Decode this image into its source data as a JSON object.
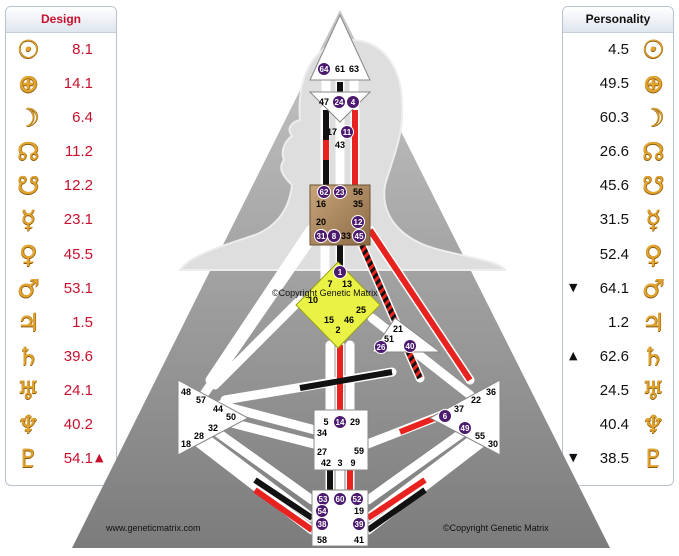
{
  "design": {
    "title": "Design",
    "rows": [
      {
        "icon": "sun-icon",
        "glyph": "☉",
        "value": "8.1",
        "mark": ""
      },
      {
        "icon": "earth-icon",
        "glyph": "⊕",
        "value": "14.1",
        "mark": ""
      },
      {
        "icon": "moon-icon",
        "glyph": "☽",
        "value": "6.4",
        "mark": ""
      },
      {
        "icon": "north-node-icon",
        "glyph": "☊",
        "value": "11.2",
        "mark": ""
      },
      {
        "icon": "south-node-icon",
        "glyph": "☋",
        "value": "12.2",
        "mark": ""
      },
      {
        "icon": "mercury-icon",
        "glyph": "☿",
        "value": "23.1",
        "mark": ""
      },
      {
        "icon": "venus-icon",
        "glyph": "♀",
        "value": "45.5",
        "mark": ""
      },
      {
        "icon": "mars-icon",
        "glyph": "♂",
        "value": "53.1",
        "mark": ""
      },
      {
        "icon": "jupiter-icon",
        "glyph": "♃",
        "value": "1.5",
        "mark": ""
      },
      {
        "icon": "saturn-icon",
        "glyph": "♄",
        "value": "39.6",
        "mark": ""
      },
      {
        "icon": "uranus-icon",
        "glyph": "♅",
        "value": "24.1",
        "mark": ""
      },
      {
        "icon": "neptune-icon",
        "glyph": "♆",
        "value": "40.2",
        "mark": ""
      },
      {
        "icon": "pluto-icon",
        "glyph": "♇",
        "value": "54.1",
        "mark": "▲"
      }
    ]
  },
  "personality": {
    "title": "Personality",
    "rows": [
      {
        "icon": "sun-icon",
        "glyph": "☉",
        "value": "4.5",
        "mark": ""
      },
      {
        "icon": "earth-icon",
        "glyph": "⊕",
        "value": "49.5",
        "mark": ""
      },
      {
        "icon": "moon-icon",
        "glyph": "☽",
        "value": "60.3",
        "mark": ""
      },
      {
        "icon": "north-node-icon",
        "glyph": "☊",
        "value": "26.6",
        "mark": ""
      },
      {
        "icon": "south-node-icon",
        "glyph": "☋",
        "value": "45.6",
        "mark": ""
      },
      {
        "icon": "mercury-icon",
        "glyph": "☿",
        "value": "31.5",
        "mark": ""
      },
      {
        "icon": "venus-icon",
        "glyph": "♀",
        "value": "52.4",
        "mark": ""
      },
      {
        "icon": "mars-icon",
        "glyph": "♂",
        "value": "64.1",
        "mark": "▼"
      },
      {
        "icon": "jupiter-icon",
        "glyph": "♃",
        "value": "1.2",
        "mark": ""
      },
      {
        "icon": "saturn-icon",
        "glyph": "♄",
        "value": "62.6",
        "mark": "▲"
      },
      {
        "icon": "uranus-icon",
        "glyph": "♅",
        "value": "24.5",
        "mark": ""
      },
      {
        "icon": "neptune-icon",
        "glyph": "♆",
        "value": "40.4",
        "mark": ""
      },
      {
        "icon": "pluto-icon",
        "glyph": "♇",
        "value": "38.5",
        "mark": "▼"
      }
    ]
  },
  "bodygraph": {
    "copyright_center": "©Copyright Genetic Matrix",
    "footer_left": "www.geneticmatrix.com",
    "footer_right": "©Copyright Genetic Matrix",
    "colors": {
      "design": "#e8221f",
      "personality": "#111111",
      "gate_circle": "#4b1a6e",
      "sacral_defined": "#b0895e",
      "g_center": "#eaf245"
    },
    "gates": [
      "64",
      "61",
      "63",
      "47",
      "24",
      "4",
      "17",
      "11",
      "43",
      "62",
      "23",
      "56",
      "16",
      "35",
      "20",
      "12",
      "31",
      "8",
      "33",
      "45",
      "1",
      "7",
      "13",
      "10",
      "25",
      "15",
      "46",
      "2",
      "21",
      "51",
      "26",
      "40",
      "48",
      "57",
      "44",
      "50",
      "32",
      "28",
      "18",
      "36",
      "22",
      "37",
      "6",
      "49",
      "55",
      "30",
      "5",
      "14",
      "29",
      "34",
      "27",
      "59",
      "42",
      "3",
      "9",
      "53",
      "60",
      "52",
      "54",
      "19",
      "38",
      "39",
      "58",
      "41"
    ],
    "activated_gates": [
      "64",
      "24",
      "4",
      "11",
      "62",
      "23",
      "12",
      "31",
      "8",
      "45",
      "1",
      "26",
      "40",
      "6",
      "49",
      "14",
      "53",
      "60",
      "52",
      "54",
      "38",
      "39"
    ]
  }
}
